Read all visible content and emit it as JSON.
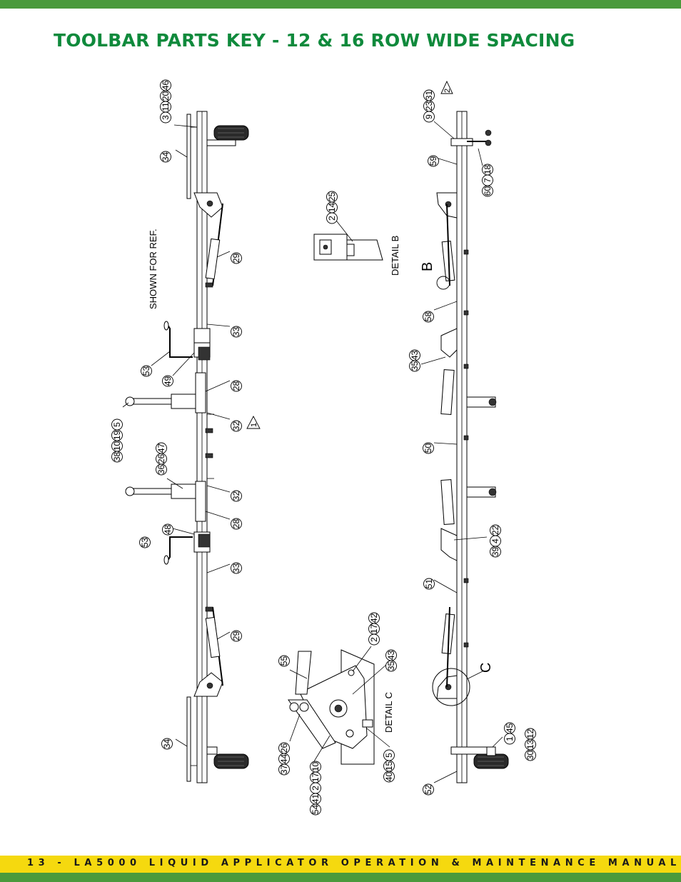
{
  "page": {
    "title": "TOOLBAR PARTS KEY - 12 & 16 ROW WIDE SPACING",
    "footer": "13 - LA5000 LIQUID APPLICATOR OPERATION & MAINTENANCE MANUAL"
  },
  "colors": {
    "band_green": "#4a9a3c",
    "title_green": "#0f8a3c",
    "footer_yellow": "#f5d90f"
  },
  "labels": {
    "shown_for_ref": "SHOWN FOR REF.",
    "detail_b": "DETAIL B",
    "detail_c": "DETAIL C",
    "letter_b": "B",
    "letter_c": "C",
    "note_1": "1",
    "note_2": "2"
  },
  "callouts": {
    "top_46": [
      "46",
      "20",
      "11",
      "3"
    ],
    "top_34": [
      "34"
    ],
    "top_29": [
      "29"
    ],
    "top_33": [
      "33"
    ],
    "top_53": [
      "53"
    ],
    "top_49": [
      "49"
    ],
    "top_28": [
      "28"
    ],
    "top_32": [
      "32"
    ],
    "top_5": [
      "5",
      "19",
      "10",
      "38"
    ],
    "top_47": [
      "47",
      "26",
      "36"
    ],
    "top_48": [
      "48"
    ],
    "top_53b": [
      "53"
    ],
    "top_32b": [
      "32"
    ],
    "top_28b": [
      "28"
    ],
    "top_33b": [
      "33"
    ],
    "top_29b": [
      "29"
    ],
    "top_34b": [
      "34"
    ],
    "det_b": [
      "25",
      "14",
      "2"
    ],
    "det_55": [
      "55"
    ],
    "det_42": [
      "42",
      "17",
      "2"
    ],
    "det_43": [
      "43",
      "35"
    ],
    "det_26": [
      "26",
      "44",
      "37"
    ],
    "det_10": [
      "10",
      "17",
      "2",
      "41",
      "54"
    ],
    "det_5": [
      "5",
      "15",
      "40"
    ],
    "bot_31": [
      "31",
      "23",
      "9"
    ],
    "bot_59": [
      "59"
    ],
    "bot_18": [
      "18",
      "7",
      "60"
    ],
    "bot_58": [
      "58"
    ],
    "bot_43": [
      "43",
      "35"
    ],
    "bot_50": [
      "50"
    ],
    "bot_22": [
      "22",
      "4",
      "39"
    ],
    "bot_51": [
      "51"
    ],
    "bot_45": [
      "45",
      "1"
    ],
    "bot_12": [
      "12",
      "13",
      "30"
    ],
    "bot_52": [
      "52"
    ]
  }
}
